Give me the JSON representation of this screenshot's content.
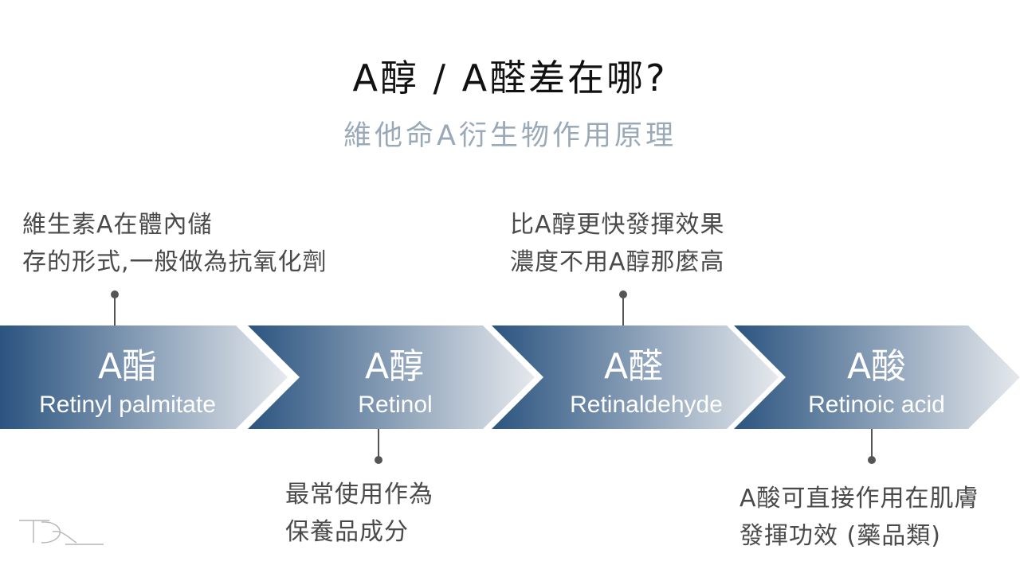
{
  "title": "A醇 / A醛差在哪?",
  "subtitle": "維他命A衍生物作用原理",
  "stages": [
    {
      "name_cn": "A酯",
      "name_en": "Retinyl palmitate"
    },
    {
      "name_cn": "A醇",
      "name_en": "Retinol"
    },
    {
      "name_cn": "A醛",
      "name_en": "Retinaldehyde"
    },
    {
      "name_cn": "A酸",
      "name_en": "Retinoic acid"
    }
  ],
  "notes": {
    "ester": [
      "維生素A在體內儲",
      "存的形式,一般做為抗氧化劑"
    ],
    "retinol": [
      "最常使用作為",
      "保養品成分"
    ],
    "aldehyde": [
      "比A醇更快發揮效果",
      "濃度不用A醇那麼高"
    ],
    "acid": [
      "A酸可直接作用在肌膚",
      "發揮功效 (藥品類)"
    ]
  },
  "colors": {
    "chevron_dark": "#2b5480",
    "chevron_light": "#e6e9ed",
    "subtitle": "#9aa9b8",
    "connector": "#555555"
  }
}
